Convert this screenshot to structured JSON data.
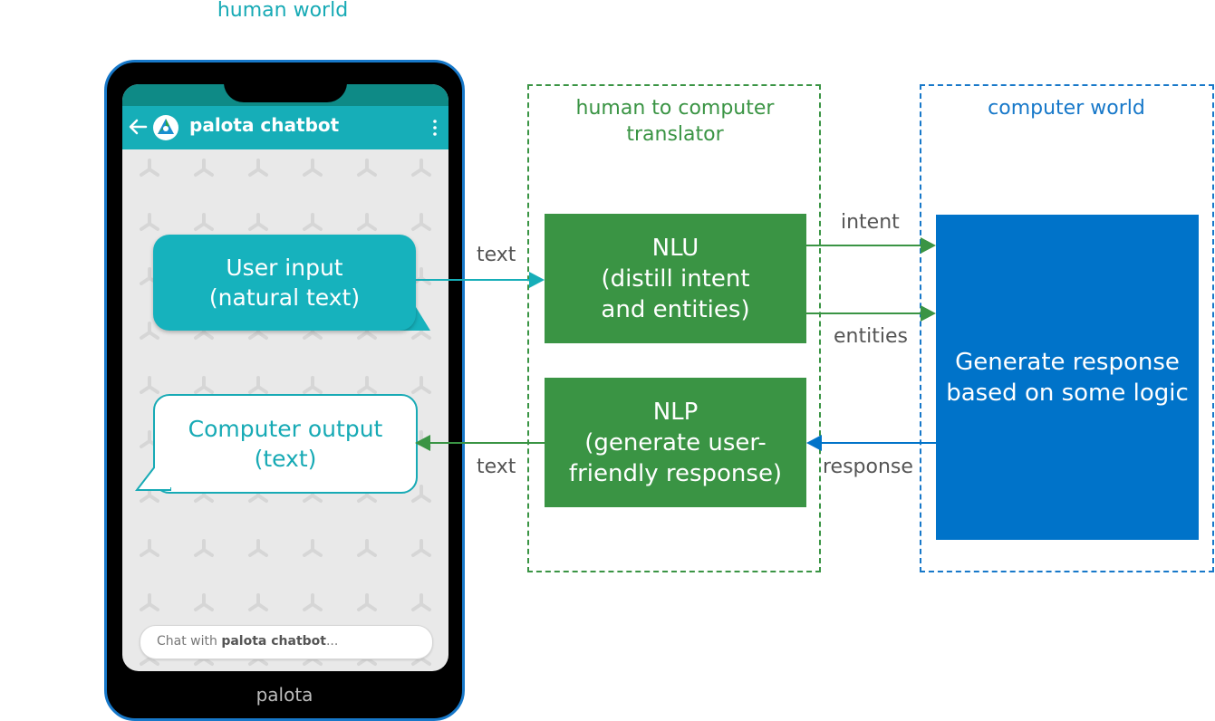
{
  "sections": {
    "human_world": "human world",
    "translator_line1": "human to computer",
    "translator_line2": "translator",
    "computer_world": "computer world"
  },
  "phone": {
    "app_title": "palota chatbot",
    "user_bubble_line1": "User input",
    "user_bubble_line2": "(natural text)",
    "bot_bubble_line1": "Computer output",
    "bot_bubble_line2": "(text)",
    "input_placeholder_prefix": "Chat with ",
    "input_placeholder_name": "palota chatbot",
    "input_placeholder_suffix": "...",
    "brand": "palota"
  },
  "boxes": {
    "nlu_line1": "NLU",
    "nlu_line2": "(distill intent",
    "nlu_line3": "and entities)",
    "nlp_line1": "NLP",
    "nlp_line2": "(generate user-",
    "nlp_line3": "friendly response)",
    "logic_line1": "Generate response",
    "logic_line2": "based on some logic"
  },
  "edges": {
    "text_in": "text",
    "text_out": "text",
    "intent": "intent",
    "entities": "entities",
    "response": "response"
  },
  "colors": {
    "teal": "#16aeb8",
    "green": "#3a9444",
    "blue": "#0073c9",
    "phone_border": "#1778c9"
  }
}
